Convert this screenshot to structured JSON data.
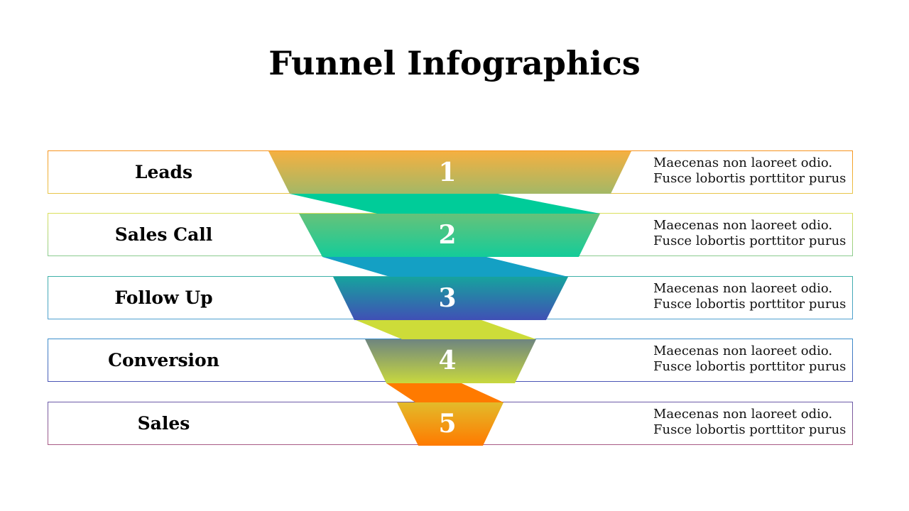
{
  "title": "Funnel Infographics",
  "stages": [
    {
      "number": "1",
      "label": "Leads",
      "description": [
        "Maecenas non laoreet odio.",
        "Fusce lobortis porttitor purus"
      ],
      "color_top": "#f5b041",
      "color_bottom": "#a3b866",
      "border_top": "#f7941d",
      "border_bottom": "#e8c54a",
      "connector": "#00cc99"
    },
    {
      "number": "2",
      "label": "Sales Call",
      "description": [
        "Maecenas non laoreet odio.",
        "Fusce lobortis porttitor purus"
      ],
      "color_top": "#66c27a",
      "color_bottom": "#14cc99",
      "border_top": "#dbe05a",
      "border_bottom": "#8acb8e",
      "connector": "#14a0c4"
    },
    {
      "number": "3",
      "label": "Follow Up",
      "description": [
        "Maecenas non laoreet odio.",
        "Fusce lobortis porttitor purus"
      ],
      "color_top": "#16a39e",
      "color_bottom": "#4050b5",
      "border_top": "#3fb0a8",
      "border_bottom": "#4f9fd0",
      "connector": "#cddc39"
    },
    {
      "number": "4",
      "label": "Conversion",
      "description": [
        "Maecenas non laoreet odio.",
        "Fusce lobortis porttitor purus"
      ],
      "color_top": "#6e8580",
      "color_bottom": "#c8d83e",
      "border_top": "#3c8fcc",
      "border_bottom": "#4a55b5",
      "connector": "#ff7a00"
    },
    {
      "number": "5",
      "label": "Sales",
      "description": [
        "Maecenas non laoreet odio.",
        "Fusce lobortis porttitor purus"
      ],
      "color_top": "#e3bb2a",
      "color_bottom": "#ff7a00",
      "border_top": "#6a5aa8",
      "border_bottom": "#a85a85"
    }
  ]
}
